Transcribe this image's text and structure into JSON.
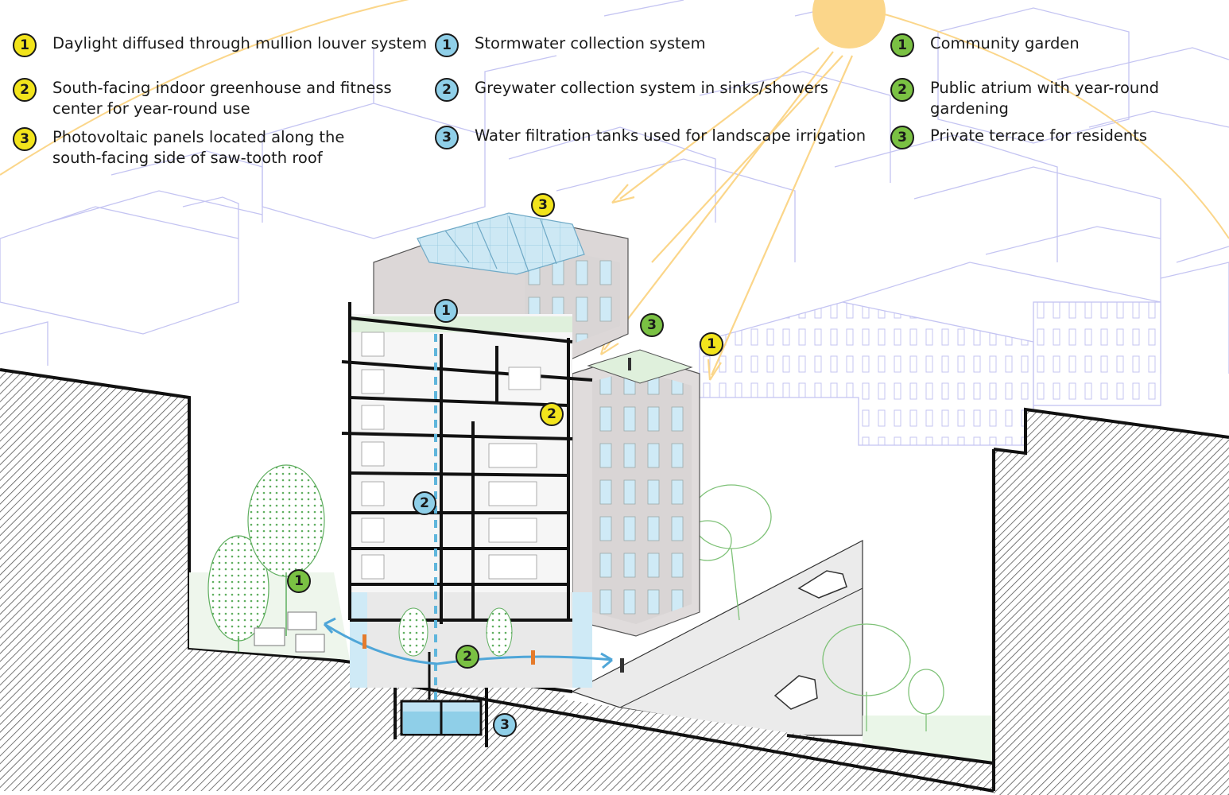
{
  "colors": {
    "yellow": "#f2e41c",
    "blue": "#8fcfe8",
    "green": "#7ac143",
    "sun": "#fbd68a",
    "outline": "#b9b9ee",
    "hatch": "#1a1a1a",
    "glass": "#bfe3f3",
    "facade": "#e0dcdc",
    "greenery": "#7fc278"
  },
  "legend": {
    "energy": [
      {
        "num": "1",
        "text": "Daylight diffused through mullion louver system"
      },
      {
        "num": "2",
        "text": "South-facing indoor greenhouse and fitness\ncenter for year-round use"
      },
      {
        "num": "3",
        "text": "Photovoltaic panels located along the\nsouth-facing side of saw-tooth roof"
      }
    ],
    "water": [
      {
        "num": "1",
        "text": "Stormwater collection system"
      },
      {
        "num": "2",
        "text": "Greywater collection system in sinks/showers"
      },
      {
        "num": "3",
        "text": "Water filtration tanks used for landscape irrigation"
      }
    ],
    "green": [
      {
        "num": "1",
        "text": "Community garden"
      },
      {
        "num": "2",
        "text": "Public atrium with year-round gardening"
      },
      {
        "num": "3",
        "text": "Private terrace for residents"
      }
    ]
  },
  "markers": [
    {
      "id": "marker-energy-3",
      "num": "3",
      "kind": "yellow"
    },
    {
      "id": "marker-water-1",
      "num": "1",
      "kind": "blue"
    },
    {
      "id": "marker-green-3",
      "num": "3",
      "kind": "green"
    },
    {
      "id": "marker-energy-1",
      "num": "1",
      "kind": "yellow"
    },
    {
      "id": "marker-energy-2",
      "num": "2",
      "kind": "yellow"
    },
    {
      "id": "marker-water-2",
      "num": "2",
      "kind": "blue"
    },
    {
      "id": "marker-green-1",
      "num": "1",
      "kind": "green"
    },
    {
      "id": "marker-green-2",
      "num": "2",
      "kind": "green"
    },
    {
      "id": "marker-water-3",
      "num": "3",
      "kind": "blue"
    }
  ]
}
